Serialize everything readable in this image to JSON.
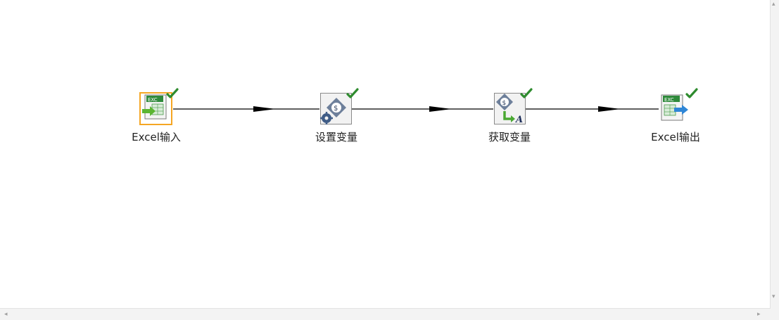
{
  "steps": [
    {
      "id": "excel-input",
      "label": "Excel输入",
      "icon": "excel-input-icon",
      "selected": true,
      "status": "ok"
    },
    {
      "id": "set-variable",
      "label": "设置变量",
      "icon": "set-variable-icon",
      "selected": false,
      "status": "ok"
    },
    {
      "id": "get-variable",
      "label": "获取变量",
      "icon": "get-variable-icon",
      "selected": false,
      "status": "ok"
    },
    {
      "id": "excel-output",
      "label": "Excel输出",
      "icon": "excel-output-icon",
      "selected": false,
      "status": "ok"
    }
  ],
  "colors": {
    "selection": "#f5a623",
    "check": "#2e8b2e",
    "hop": "#000000",
    "excel_green": "#2f8a3b"
  },
  "scrollbars": {
    "up_icon": "scroll-up-icon",
    "down_icon": "scroll-down-icon",
    "left_icon": "scroll-left-icon",
    "right_icon": "scroll-right-icon"
  }
}
